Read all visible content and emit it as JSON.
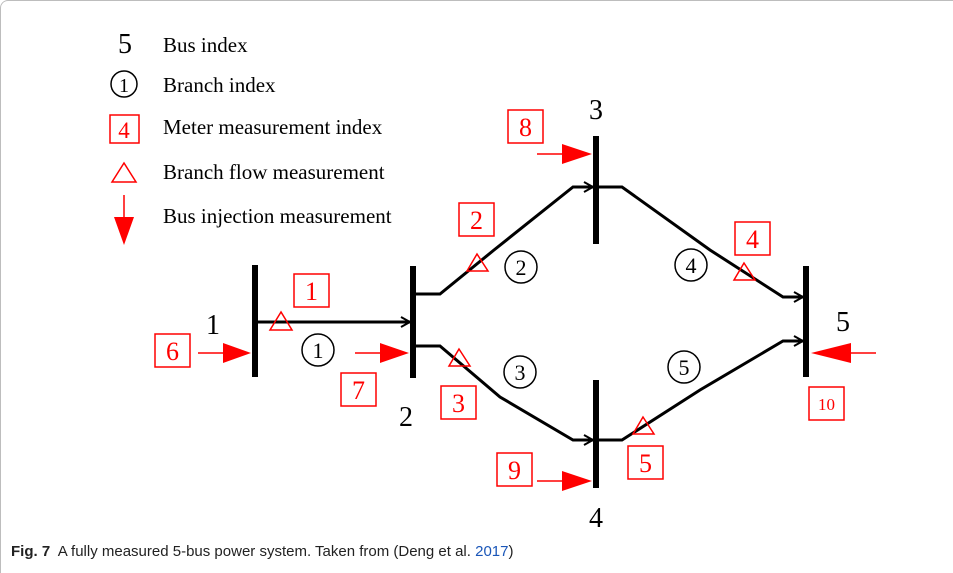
{
  "legend": {
    "bus_index_sample": "5",
    "bus_index_label": "Bus index",
    "branch_index_sample": "1",
    "branch_index_label": "Branch index",
    "meter_index_sample": "4",
    "meter_index_label": "Meter measurement index",
    "branch_flow_label": "Branch flow measurement",
    "bus_injection_label": "Bus injection measurement"
  },
  "buses": [
    "1",
    "2",
    "3",
    "4",
    "5"
  ],
  "branches": [
    "1",
    "2",
    "3",
    "4",
    "5"
  ],
  "meters": [
    "1",
    "2",
    "3",
    "4",
    "5",
    "6",
    "7",
    "8",
    "9",
    "10"
  ],
  "caption": {
    "fig_label": "Fig. 7",
    "text": "A fully measured 5-bus power system. Taken from (Deng et al. ",
    "ref_year": "2017",
    "closing": ")"
  },
  "colors": {
    "measurement": "#ff0000",
    "line": "#000000"
  }
}
